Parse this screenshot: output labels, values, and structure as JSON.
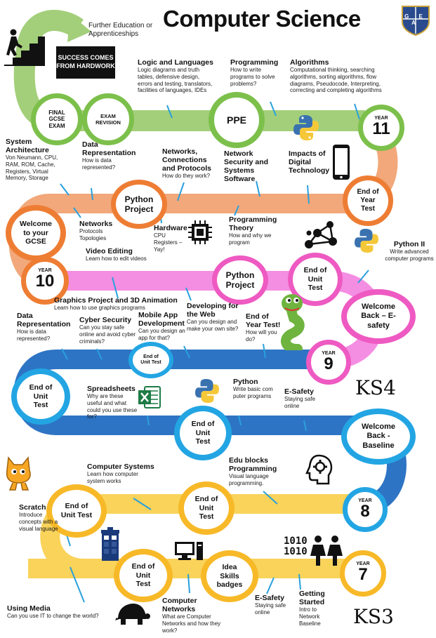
{
  "title": "Computer Science",
  "colors": {
    "green": "#a3cf7a",
    "peach": "#f2a87a",
    "pink": "#f48ee2",
    "blue": "#2e74c4",
    "yellow": "#f9d35a",
    "circle_green": "#7cc04b",
    "circle_orange": "#ee7d34",
    "circle_pink": "#ee5ac2",
    "circle_blue": "#23a5e3",
    "circle_yellow": "#f7b928"
  },
  "top": {
    "further": "Further Education or Apprenticeships",
    "banner": "SUCCESS COMES FROM HARDWORK"
  },
  "crest_letters": "G E A",
  "icons": {
    "stairs": "stairs-icon",
    "python": "python-icon",
    "phone": "phone-icon",
    "chip": "chip-icon",
    "network": "network-icon",
    "snake": "snake-icon",
    "excel": "excel-icon",
    "scratch": "scratch-cat-icon",
    "tardis": "police-box-icon",
    "computer": "computer-icon",
    "binary": "binary-people-icon",
    "turtle": "turtle-icon",
    "brain": "brain-gear-icon",
    "crest": "school-crest-icon"
  },
  "binary_text": "1010 1010",
  "ks4": "KS4",
  "ks3": "KS3",
  "y11": {
    "final": "FINAL GCSE EXAM",
    "revision": "EXAM REVISION",
    "ppe": "PPE",
    "year_label": "YEAR",
    "year_num": "11",
    "logic_title": "Logic and Languages",
    "logic_desc": "Logic diagrams and truth tables, defensive design, errors and testing, translators, facilities of languages, IDEs",
    "prog_title": "Programming",
    "prog_desc": "How to write programs to solve problems?",
    "alg_title": "Algorithms",
    "alg_desc": "Computational thinking, searching algorithms, sorting algorithms, flow diagrams, Pseudocode, Interpreting, correcting and completing algorithms"
  },
  "y10": {
    "sysarch_title": "System Architecture",
    "sysarch_desc": "Von Neumann, CPU, RAM, ROM, Cache, Registers, Virtual Memory, Storage",
    "datarep_title": "Data Representation",
    "datarep_desc": "How is data represented?",
    "netconn_title": "Networks, Connections and Protocols",
    "netconn_desc": "How do they work?",
    "netsec_title": "Network Security and Systems Software",
    "impacts_title": "Impacts of Digital Technology",
    "python_project": "Python Project",
    "eoy": "End of Year Test",
    "welcome": "Welcome to your GCSE",
    "networks_title": "Networks",
    "networks_desc": "Protocols Topologies",
    "hardware_title": "Hardware",
    "hardware_desc": "CPU Registers – Yay!",
    "progtheory_title": "Programming Theory",
    "progtheory_desc": "How and why we program",
    "python2_title": "Python II",
    "python2_desc": "Write advanced computer programs",
    "year_label": "YEAR",
    "year_num": "10"
  },
  "y9": {
    "video_title": "Video Editing",
    "video_desc": "Learn how to edit videos",
    "python_project": "Python Project",
    "eut": "End of Unit Test",
    "graphics_title": "Graphics Project and 3D Animation",
    "graphics_desc": "Learn how to use graphics programs",
    "developing_title": "Developing for the Web",
    "developing_desc": "Can you design and make your own site?",
    "welcome": "Welcome Back – E-safety",
    "datarep_title": "Data Representation",
    "datarep_desc": "How is data represented?",
    "cyber_title": "Cyber Security",
    "cyber_desc": "Can you stay safe online and avoid cyber criminals?",
    "mobile_title": "Mobile App Development",
    "mobile_desc": "Can you design an app for that?",
    "eyt_title": "End of Year Test!",
    "eyt_desc": "How will you do?",
    "small_eut": "End of Unit Test",
    "year_label": "YEAR",
    "year_num": "9"
  },
  "y8": {
    "eut_left": "End of Unit Test",
    "spread_title": "Spreadsheets",
    "spread_desc": "Why are these useful and what could you use these for?",
    "python_title": "Python",
    "python_desc": "Write basic com puter programs",
    "esafety_title": "E-Safety",
    "esafety_desc": "Staying safe online",
    "eut_mid": "End of Unit Test",
    "welcome": "Welcome Back - Baseline",
    "compsys_title": "Computer Systems",
    "compsys_desc": "Learn how computer system works",
    "edu_title": "Edu blocks Programming",
    "edu_desc": "Visual language programming.",
    "year_label": "YEAR",
    "year_num": "8"
  },
  "y7": {
    "scratch_title": "Scratch",
    "scratch_desc": "Introduce concepts with a visual language",
    "eut_a": "End of Unit Test",
    "eut_b": "End of Unit Test",
    "eut_c": "End of Unit Test",
    "idea": "Idea Skills badges",
    "using_title": "Using Media",
    "using_desc": "Can you use IT to change the world?",
    "compnet_title": "Computer Networks",
    "compnet_desc": "What are Computer Networks and how they work?",
    "esafety_title": "E-Safety",
    "esafety_desc": "Staying safe online",
    "getting_title": "Getting Started",
    "getting_desc": "Intro to Network Baseline",
    "year_label": "YEAR",
    "year_num": "7"
  }
}
